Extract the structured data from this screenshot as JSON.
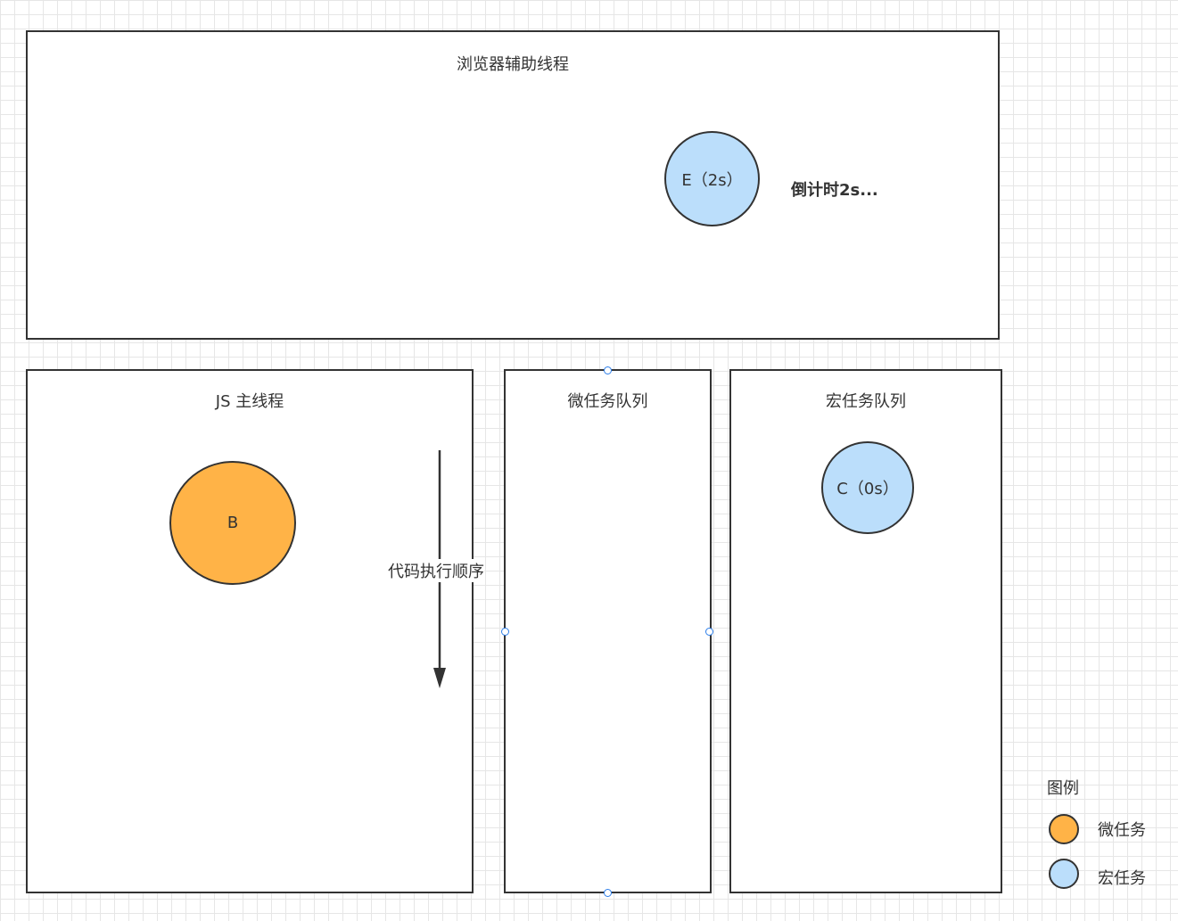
{
  "browser_thread": {
    "title": "浏览器辅助线程",
    "timer_node": "E（2s）",
    "timer_note": "倒计时2s..."
  },
  "js_thread": {
    "title": "JS 主线程",
    "current_node": "B",
    "order_label": "代码执行顺序"
  },
  "micro_queue": {
    "title": "微任务队列"
  },
  "macro_queue": {
    "title": "宏任务队列",
    "nodes": [
      "C（0s）"
    ]
  },
  "legend": {
    "title": "图例",
    "items": [
      {
        "label": "微任务",
        "color": "#ffb347"
      },
      {
        "label": "宏任务",
        "color": "#bbdefb"
      }
    ]
  },
  "colors": {
    "micro_task": "#ffb347",
    "macro_task": "#bbdefb",
    "stroke": "#333333",
    "selection_handle": "#2b7de9"
  }
}
